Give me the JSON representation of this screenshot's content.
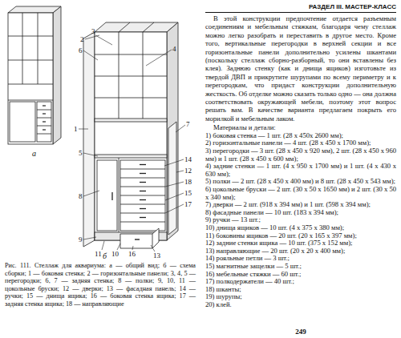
{
  "diagram": {
    "caption": "Рис. 111. Стеллаж для аквариума: а — общий вид; б — схема сборки; 1 — боковая стенка; 2 — горизонтальные панели; 3, 4, 5 — перегородки; 6, 7 — задняя стенка; 8 — полки; 9, 10, 11 — цокольные бруски; 12 — дверки; 13 — фасадная панель; 14 — ручки; 15 — днища ящика; 16 — боковая стенка ящика; 17 — задняя стенка ящика; 18 — направляющие",
    "labels": [
      "а",
      "б",
      "2",
      "3",
      "6",
      "4",
      "1",
      "7",
      "5",
      "14",
      "12",
      "18",
      "15",
      "17",
      "8",
      "9",
      "11",
      "10",
      "16",
      "13",
      "РАЗДЕЛ III. МАСТЕР-КЛАСС",
      "В этой конструкции предпочтение отдается разъемным соединениям и мебельным стяжкам, благодаря чему стеллаж можно легко разобрать и переставить в другое место. Кроме того, вертикальные перегородки в верхней секции и все горизонтальные панели дополнительно усилены шкантами (поскольку стеллаж сборно-разборный, то они вставлены без клея). Заднюю стенку (как и днища ящиков) изготовьте из твердой ДВП и прикрутите шурупами по всему периметру и к перегородкам, что придаст конструкции дополнительную жесткость. Об отделке можно сказать только одно — она должна соответствовать окружающей мебели, поэтому этот вопрос решать вам. В качестве варианта предлагаем покрыть его морилкой и мебельным лаком.",
      "Материалы и детали:",
      "1) боковая стенка — 1 шт. (28 x 450x 2600 мм);",
      "2) горизонтальные панели — 4 шт. (28 x 450 x 1700 мм);",
      "3) перегородки — 3 шт. (28 x 450 x 920 мм), 2 шт. (28 x 450 x 960 мм) и 1 шт. (28 x 450 x 600 мм);",
      "4) задние стенки — 1 шт. (4 x 950 x 1700 мм) и 1 шт. (4 x 430 x 630 мм);",
      "5) полки — 2 шт. (28 x 450 x 400 мм) и 8 шт. (28 x 450 x 543 мм);",
      "6) цокольные бруски — 2 шт. (30 x 50 x 1650 мм) и 2 шт. (30 x 50 x 340 мм);",
      "7) дверки — 2 шт. (918 x 394 мм) и 1 шт. (598 x 394 мм);",
      "8) фасадные панели — 10 шт. (183 x 394 мм);",
      "9) ручки — 13 шт.;",
      "10) днища ящиков — 10 шт. (4 x 375 x 380 мм);",
      "11) боковины ящиков — 20 шт. (20 x 165 x 397 мм);",
      "12) задние стенки ящика — 10 шт. (375 x 152 мм);",
      "13) направляющие — 20 шт. (20 x 20 x 400 мм);",
      "14) рояльные петли — 3 шт.;",
      "15) магнитные защелки — 5 шт.;",
      "16) мебельные стяжки — 60 шт.;",
      "17) полкодержатели — 40 шт.;",
      "18) шканты;",
      "19) шурупы;",
      "20) клей.",
      "249"
    ]
  }
}
